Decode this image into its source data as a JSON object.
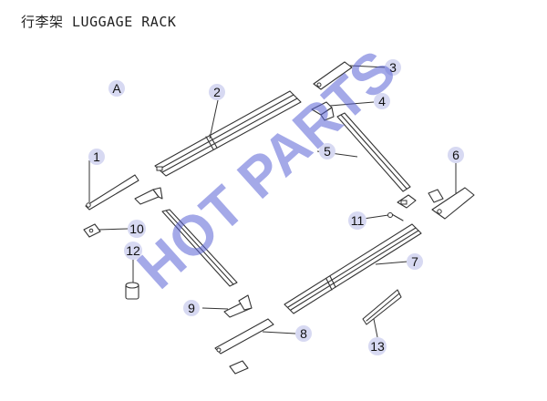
{
  "title": "行李架 LUGGAGE RACK",
  "view_label": "A",
  "watermark": "HOT PARTS",
  "callouts": [
    "1",
    "2",
    "3",
    "4",
    "5",
    "6",
    "7",
    "8",
    "9",
    "10",
    "11",
    "12",
    "13"
  ]
}
